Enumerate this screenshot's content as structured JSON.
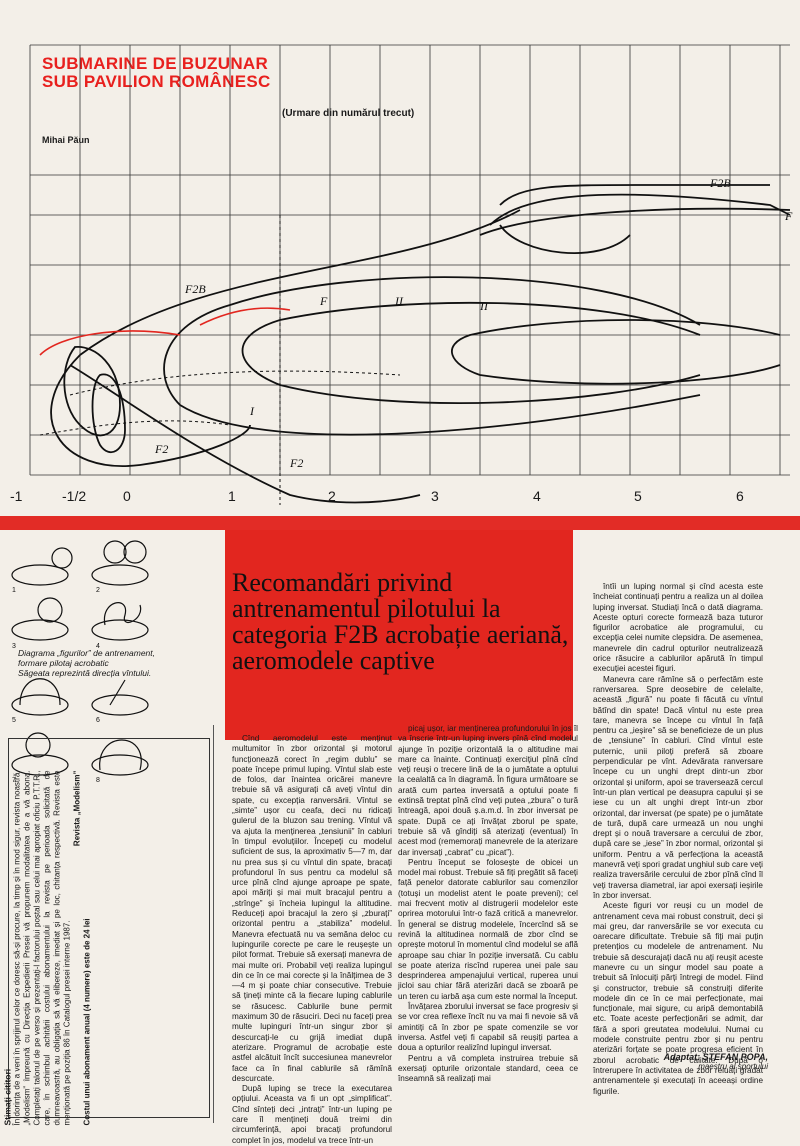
{
  "header": {
    "title_line1": "SUBMARINE DE BUZUNAR",
    "title_line2": "SUB PAVILION ROMÂNESC",
    "continuation": "(Urmare din numărul trecut)",
    "author": "Mihai Păun"
  },
  "diagram": {
    "x_labels": [
      "-1",
      "-1/2",
      "0",
      "1",
      "2",
      "3",
      "4",
      "5",
      "6"
    ],
    "path_labels": [
      "F2B",
      "F",
      "II",
      "II",
      "I",
      "F2",
      "F2B",
      "F",
      "F2"
    ],
    "colors": {
      "line": "#1a1a1a",
      "accent_red": "#e2261f"
    }
  },
  "icons": {
    "caption_line1": "Diagrama „figurilor” de antrenament,",
    "caption_line2": "formare pilotaj acrobatic",
    "caption_line3": "Săgeata reprezintă direcția vîntului.",
    "numbers": [
      "1",
      "2",
      "3",
      "4",
      "5",
      "6",
      "7",
      "8"
    ]
  },
  "sidebar": {
    "heading": "Stimați cititori",
    "body": "În dorința de a veni în sprijinul celor ce doresc să-și procure, la timp și în mod sigur, revista noastră, „Modelism” împreună cu Direcția Expedierii Presei vă propunem modalitatea de a vă abona. Completați talonul de pe verso și prezentați-l factorului poștal sau celui mai apropiat oficiu P.T.T.R., care, în schimbul achitării costului abonamentului la revista pe perioada solicitată de dumneavoastră, au obligația să vă elibereze, imediat și pe loc, chitanța respectivă. Revista este menționată pe poziția 86 în Catalogul presei interne 1987.",
    "signoff": "Revista „Modelism”",
    "cost": "Costul unui abonament anual (4 numere) este de 24 lei"
  },
  "article": {
    "title": "Recomandări privind antrenamentul pilotului la categoria F2B acrobație aeriană, aeromodele captive",
    "col1": [
      "Cînd aeromodelul este menținut multumitor în zbor orizontal și motorul funcționează corect în „regim dublu” se poate începe primul luping. Vîntul slab este de folos, dar înaintea oricărei manevre trebuie să vă asigurați că aveți vîntul din spate, cu excepția ranversării. Vîntul se „simte” ușor cu ceafa, deci nu ridicați gulerul de la bluzon sau trening. Vîntul vă va ajuta la menținerea „tensiunii” în cabluri în timpul evoluțiilor. Începeți cu modelul suficient de sus, la aproximativ 5—7 m, dar nu prea sus și cu vîntul din spate, bracați profundorul în sus pentru ca modelul să urce pînă cînd ajunge aproape pe spate, apoi măriți și mai mult bracajul pentru a „strînge” și încheia lupingul la altitudine. Reduceți apoi bracajul la zero și „zburați” orizontal pentru a „stabiliza” modelul. Manevra efectuată nu va semăna deloc cu lupingurile corecte pe care le reușește un pilot format. Trebuie să exersați manevra de mai multe ori. Probabil veți realiza lupingul din ce în ce mai corecte și la înălțimea de 3—4 m și poate chiar consecutive. Trebuie să țineți minte că la fiecare luping cablurile se răsucesc. Cablurile bune permit maximum 30 de răsuciri. Deci nu faceți prea multe lupinguri într-un singur zbor și descurcați-le cu grijă imediat după aterizare. Programul de acrobație este astfel alcătuit încît succesiunea manevrelor face ca în final cablurile să rămînă descurcate.",
      "După luping se trece la executarea opțiului. Aceasta va fi un opt „simplificat”. Cînd sînteți deci „intrați” într-un luping pe care îl mențineți două treimi din circumferință, apoi bracați profundorul complet în jos, modelul va trece într-un"
    ],
    "col2": [
      "picaj ușor, iar menținerea profundorului în jos îl va înscrie într-un luping invers pînă cînd modelul ajunge în poziție orizontală la o altitudine mai mare ca înainte. Continuați exercițiul pînă cînd veți reuși o trecere lină de la o jumătate a optului la cealaltă ca în diagramă. În figura următoare se arată cum partea inversată a optului poate fi extinsă treptat pînă cînd veți putea „zbura” o tură întreagă, apoi două ș.a.m.d. în zbor inversat pe spate. După ce ați învățat zborul pe spate, trebuie să vă gîndiți să aterizați (eventual) în acest mod (rememorați manevrele de la aterizare dar inversați „cabrat” cu „picat”).",
      "Pentru început se folosește de obicei un model mai robust. Trebuie să fiți pregătit să faceți față penelor datorate cablurilor sau comenzilor (totuși un modelist atent le poate preveni); cel mai frecvent motiv al distrugerii modelelor este oprirea motorului într-o fază critică a manevrelor. În general se distrug modelele, încercînd să se revină la altitudinea normală de zbor cînd se oprește motorul în momentul cînd modelul se află aproape sau chiar în poziție inversată. Cu cablu se poate ateriza riscînd ruperea unei pale sau desprinderea ampenajului vertical, ruperea unui jicloi sau chiar fără aterizări dacă se zboară pe un teren cu iarbă așa cum este normal la început.",
      "Învățarea zborului inversat se face progresiv și se vor crea reflexe încît nu va mai fi nevoie să vă amintiți că în zbor pe spate comenzile se vor inversa. Astfel veți fi capabil să reușiți partea a doua a opturilor realizînd lupingul inversat.",
      "Pentru a vă completa instruirea trebuie să exersați opturile orizontale standard, ceea ce înseamnă să realizați mai"
    ],
    "col3": [
      "întîi un luping normal și cînd acesta este încheiat continuați pentru a realiza un al doilea luping inversat. Studiați încă o dată diagrama. Aceste opturi corecte formează baza tuturor figurilor acrobatice ale programului, cu excepția celei numite clepsidra. De asemenea, manevrele din cadrul opturilor neutralizează orice răsucire a cablurilor apărută în timpul execuției acestei figuri.",
      "Manevra care rămîne să o perfectăm este ranversarea. Spre deosebire de celelalte, această „figură” nu poate fi făcută cu vîntul bătînd din spate! Dacă vîntul nu este prea tare, manevra se începe cu vîntul în față pentru ca „ieșire” să se beneficieze de un plus de „tensiune” în cabluri. Cînd vîntul este puternic, unii piloți preferă să zboare perpendicular pe vînt. Adevărata ranversare începe cu un unghi drept dintr-un zbor orizontal și uniform, apoi se traversează cercul într-un plan vertical pe deasupra capului și se iese cu un alt unghi drept într-un zbor orizontal, dar inversat (pe spate) pe o jumătate de tură, după care urmează un nou unghi drept și o nouă traversare a cercului de zbor, după care se „iese” în zbor normal, orizontal și uniform. Pentru a vă perfecționa la această manevră veți spori gradat unghiul sub care veți realiza traversările cercului de zbor pînă cînd îl veți traversa diametral, iar apoi exersați ieșirile în zbor inversat.",
      "Aceste figuri vor reuși cu un model de antrenament ceva mai robust construit, deci și mai greu, dar ranversările se vor executa cu oarecare dificultate. Trebuie să fiți mai puțin pretențios cu modelele de antrenament. Nu trebuie să descurajați dacă nu ați reușit aceste manevre cu un singur model sau poate a trebuit să înlocuiți părți întregi de model. Fiind și constructor, trebuie să construiți diferite modele din ce în ce mai perfecționate, mai funcționale, mai sigure, cu aripă demontabilă etc. Toate aceste perfecționări se admit, dar fără a spori greutatea modelului. Numai cu modele construite pentru zbor și nu pentru aterizări forțate se poate progresa eficient în zborul acrobatic de calitate. După o întrerupere în activitatea de zbor reluați gradat antrenamentele și executați în aceeași ordine figurile."
    ],
    "signature_name": "Adaptat: ȘTEFAN POPA,",
    "signature_title": "maestru al sportului"
  }
}
